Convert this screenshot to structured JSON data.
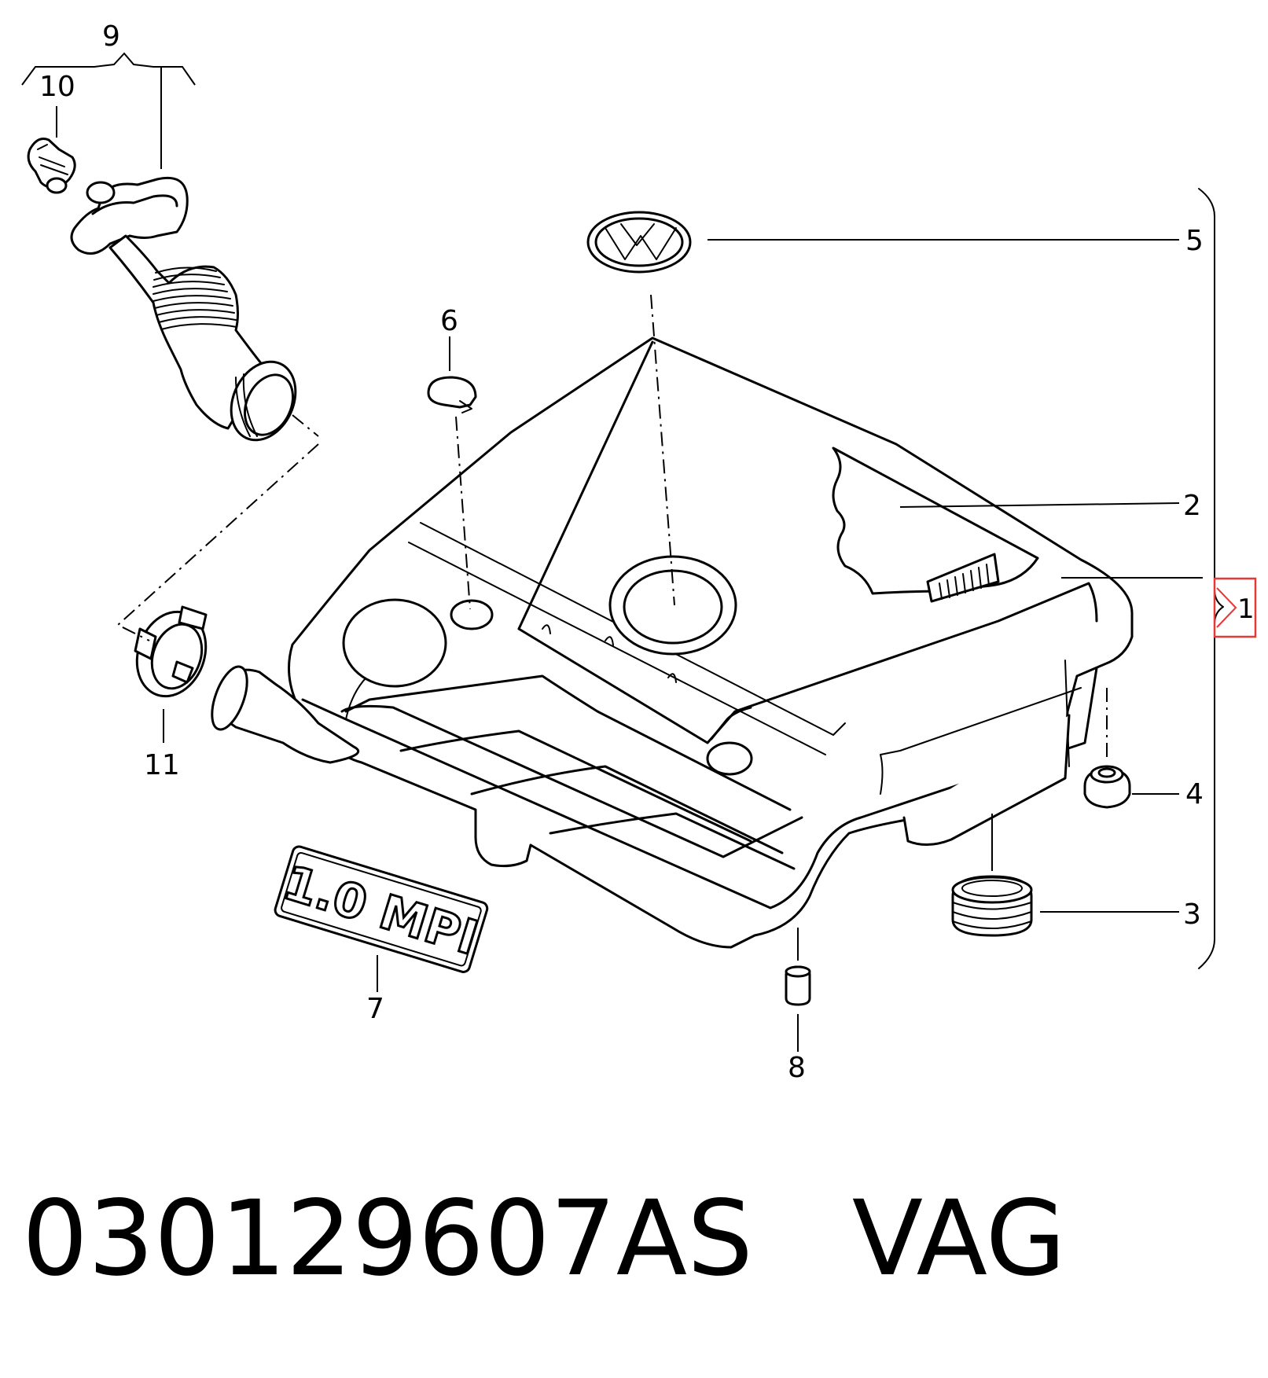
{
  "callouts": {
    "c1": "1",
    "c2": "2",
    "c3": "3",
    "c4": "4",
    "c5": "5",
    "c6": "6",
    "c7": "7",
    "c8": "8",
    "c9": "9",
    "c10": "10",
    "c11": "11"
  },
  "badge_text": "1.0 MPI",
  "highlight_color": "#e53935",
  "caption": {
    "part_number": "030129607AS",
    "brand": "VAG"
  }
}
